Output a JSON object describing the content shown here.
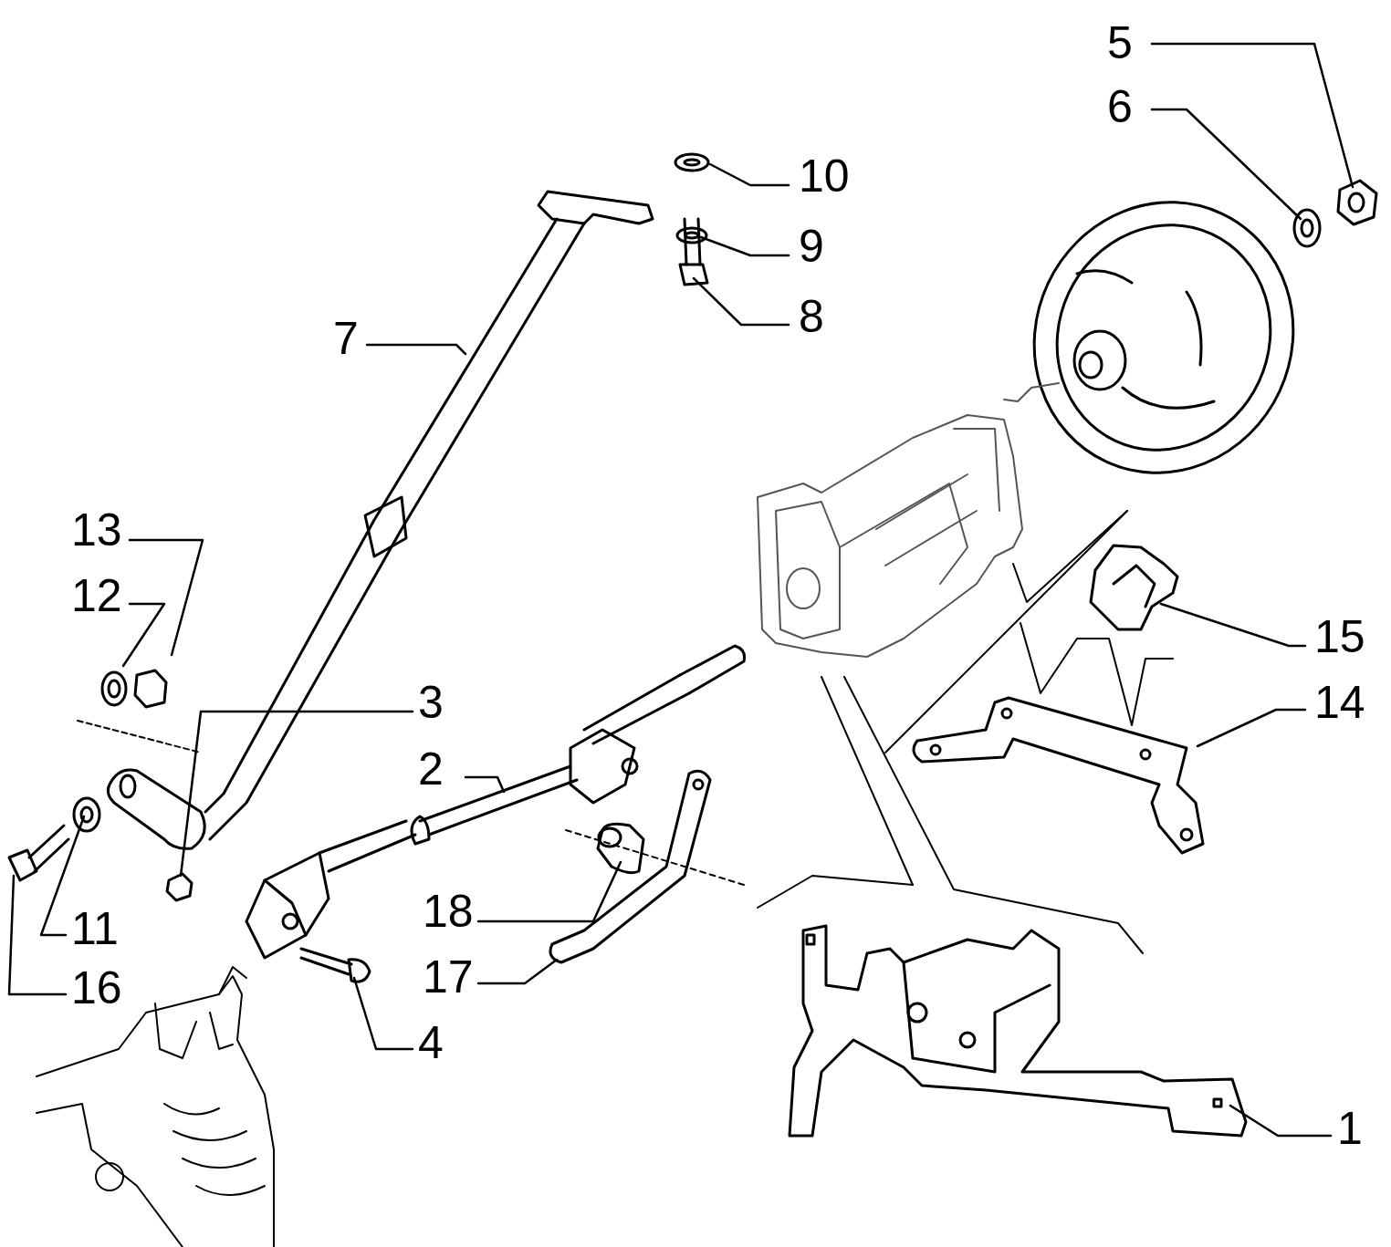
{
  "diagram": {
    "labels": [
      "5",
      "6",
      "10",
      "9",
      "8",
      "7",
      "13",
      "12",
      "15",
      "3",
      "14",
      "2",
      "18",
      "11",
      "17",
      "16",
      "4",
      "1"
    ]
  }
}
